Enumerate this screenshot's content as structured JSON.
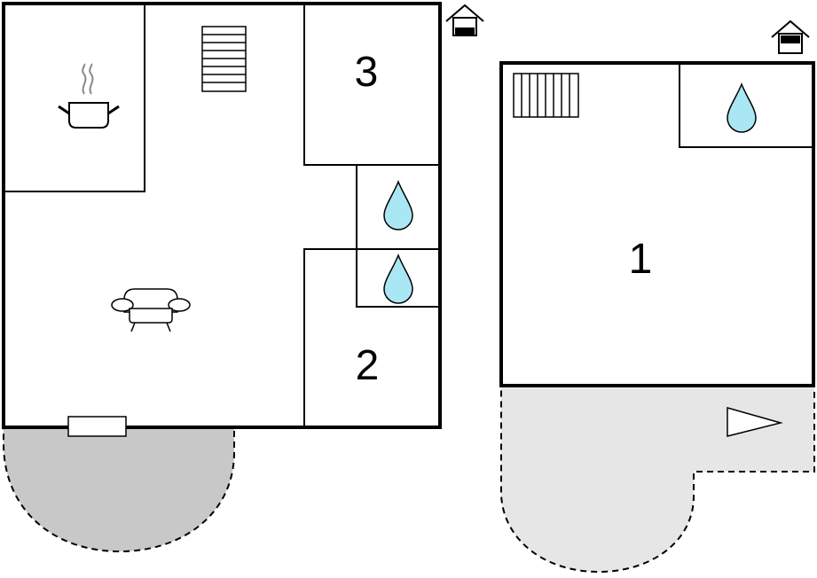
{
  "floor_plan": {
    "levels": [
      {
        "id": "ground-floor",
        "level_icon": "house-ground-floor-icon",
        "rooms": [
          {
            "kind": "kitchen",
            "icon": "cooking-pot-icon"
          },
          {
            "kind": "living-room",
            "icon": "armchair-icon"
          },
          {
            "kind": "staircase",
            "icon": "stairs-icon"
          },
          {
            "kind": "bedroom",
            "label": "3"
          },
          {
            "kind": "bedroom",
            "label": "2"
          },
          {
            "kind": "bathroom",
            "icon": "water-drop-icon"
          },
          {
            "kind": "bathroom",
            "icon": "water-drop-icon"
          }
        ],
        "outdoor": {
          "kind": "terrace",
          "style": "dashed",
          "color": "#c8c8c8"
        }
      },
      {
        "id": "upper-floor",
        "level_icon": "house-upper-floor-icon",
        "rooms": [
          {
            "kind": "bedroom",
            "label": "1"
          },
          {
            "kind": "bathroom",
            "icon": "water-drop-icon"
          },
          {
            "kind": "staircase",
            "icon": "stairs-icon"
          }
        ],
        "outdoor": {
          "kind": "balcony",
          "style": "dashed",
          "color": "#e6e6e6",
          "icon": "direction-arrow-icon"
        }
      }
    ],
    "colors": {
      "walls": "#000000",
      "water": "#a9e7f4",
      "terrace_dark": "#c8c8c8",
      "terrace_light": "#e6e6e6"
    }
  }
}
